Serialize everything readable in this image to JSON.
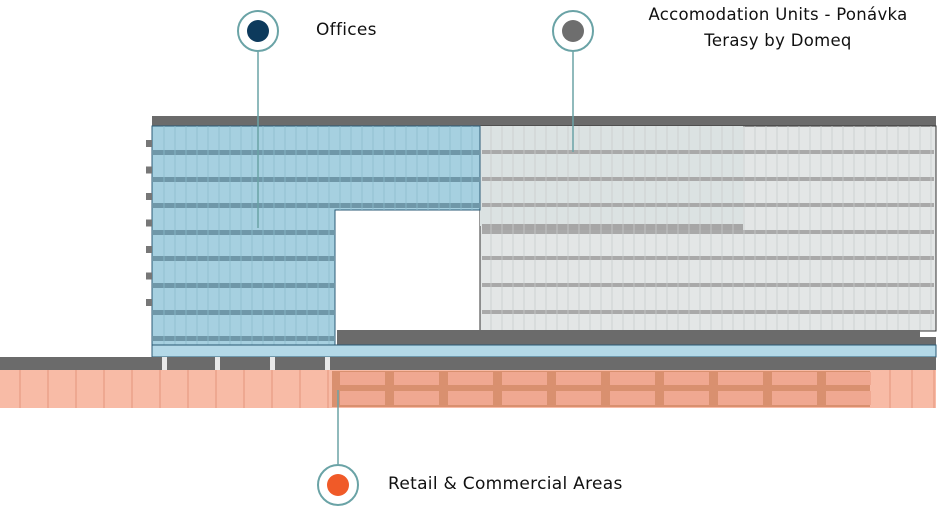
{
  "legend": {
    "offices": {
      "label": "Offices",
      "color": "#0d3a5c"
    },
    "accommodation": {
      "label_line1": "Accomodation Units - Ponávka",
      "label_line2": "Terasy by Domeq",
      "color": "#6e6e6e"
    },
    "retail": {
      "label": "Retail & Commercial Areas",
      "color": "#f05a28"
    }
  },
  "colors": {
    "marker_ring": "#6aa3a6",
    "office_glass": "#a6d0e0",
    "residential_facade": "#e3e6e6",
    "retail_fill": "#f8bba6",
    "slab": "#6b6b6b"
  }
}
